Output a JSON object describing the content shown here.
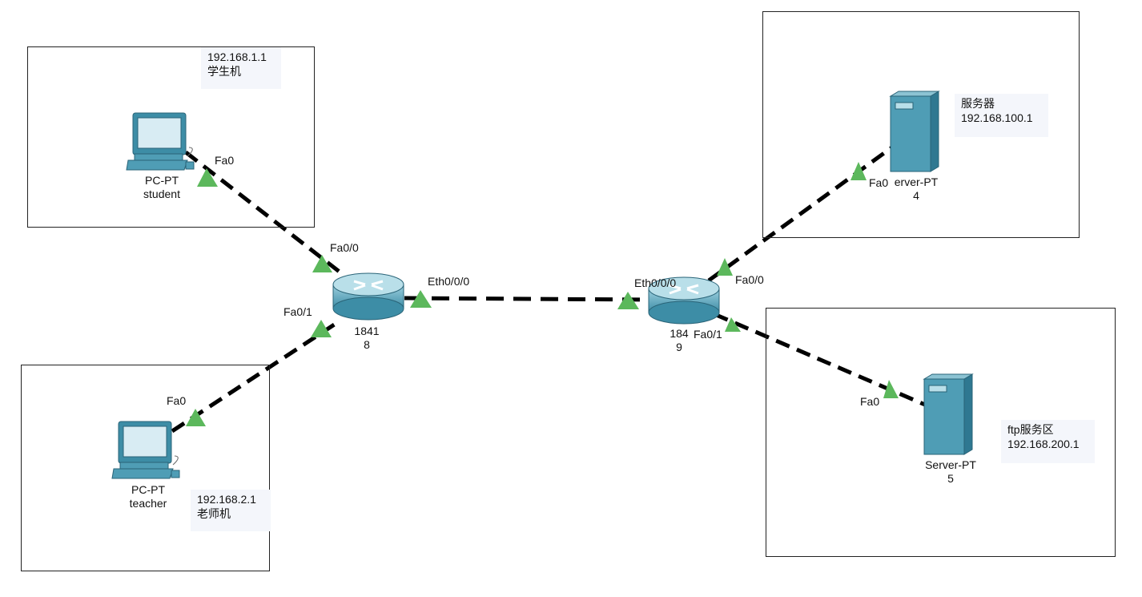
{
  "colors": {
    "link": "#000000",
    "port_up": "#5cb85c",
    "device": "#3d8da6"
  },
  "areas": {
    "student": {
      "note": [
        "192.168.1.1",
        "学生机"
      ]
    },
    "teacher": {
      "note": [
        "192.168.2.1",
        "老师机"
      ]
    },
    "server": {
      "note": [
        "服务器",
        "192.168.100.1"
      ]
    },
    "ftp": {
      "note": [
        "ftp服务区",
        "192.168.200.1"
      ]
    }
  },
  "devices": {
    "pc_student": {
      "model": "PC-PT",
      "name": "student",
      "icon": "pc-icon"
    },
    "pc_teacher": {
      "model": "PC-PT",
      "name": "teacher",
      "icon": "pc-icon"
    },
    "router_8": {
      "model": "1841",
      "name": "8",
      "icon": "router-icon"
    },
    "router_9": {
      "model": "184",
      "name": "9",
      "icon": "router-icon"
    },
    "server_4": {
      "model": "erver-PT",
      "name": "4",
      "icon": "server-icon"
    },
    "server_5": {
      "model": "Server-PT",
      "name": "5",
      "icon": "server-icon"
    }
  },
  "ports": {
    "student_fa0": "Fa0",
    "r8_fa00": "Fa0/0",
    "r8_fa01": "Fa0/1",
    "r8_eth": "Eth0/0/0",
    "teacher_fa0": "Fa0",
    "r9_eth": "Eth0/0/0",
    "r9_fa00": "Fa0/0",
    "r9_fa01": "Fa0/1",
    "server4_fa0": "Fa0",
    "server5_fa0": "Fa0"
  }
}
